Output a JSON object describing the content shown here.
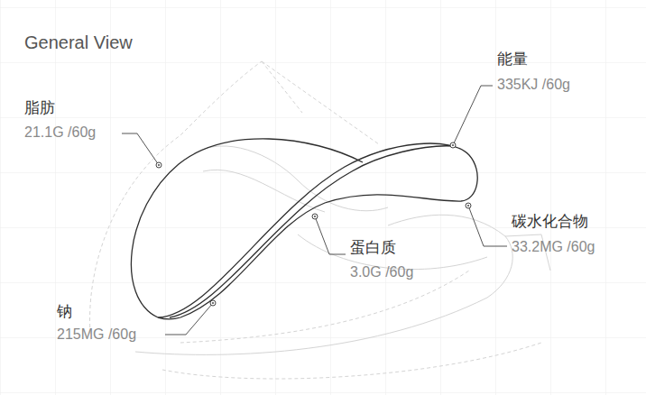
{
  "diagram": {
    "title": "General View",
    "labels": [
      "脂肪",
      "21.1G /60g",
      "能量",
      "335KJ /60g",
      "碳水化合物",
      "33.2MG /60g",
      "蛋白质",
      "3.0G /60g",
      "钠",
      "215MG /60g"
    ]
  }
}
